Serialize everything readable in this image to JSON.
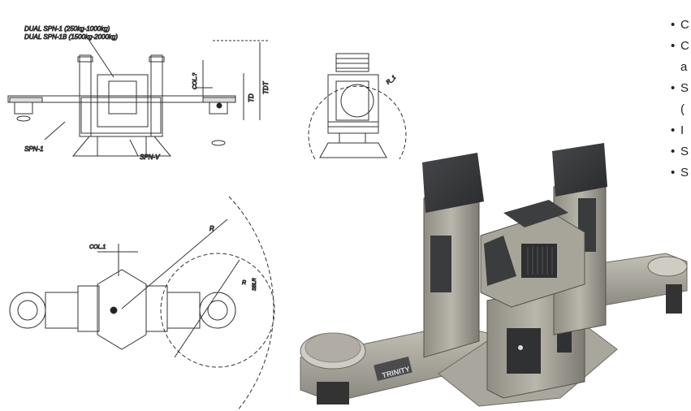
{
  "drawing": {
    "model_label_1": "DUAL SPN-1 (250kg-1000kg)",
    "model_label_2": "DUAL SPN-1B (1500kg-2000kg)",
    "dim_col": "COL.?",
    "dim_h": "TD",
    "dim_total": "TDT",
    "label_spn_left": "SPN-1",
    "label_spn_v": "SPN-V",
    "dim_r_side": "R_1",
    "dim_col_top": "COL.1",
    "dim_r_top": "R",
    "dim_r2": "R",
    "dim_small": "SBLR"
  },
  "product_badge": "TRINITY",
  "bullets": [
    {
      "text": "C",
      "cont": false
    },
    {
      "text": "C",
      "cont": false
    },
    {
      "text": "a",
      "cont": true
    },
    {
      "text": "S",
      "cont": false
    },
    {
      "text": "(",
      "cont": true
    },
    {
      "text": "I",
      "cont": false
    },
    {
      "text": "S",
      "cont": false
    },
    {
      "text": "S",
      "cont": false
    }
  ]
}
